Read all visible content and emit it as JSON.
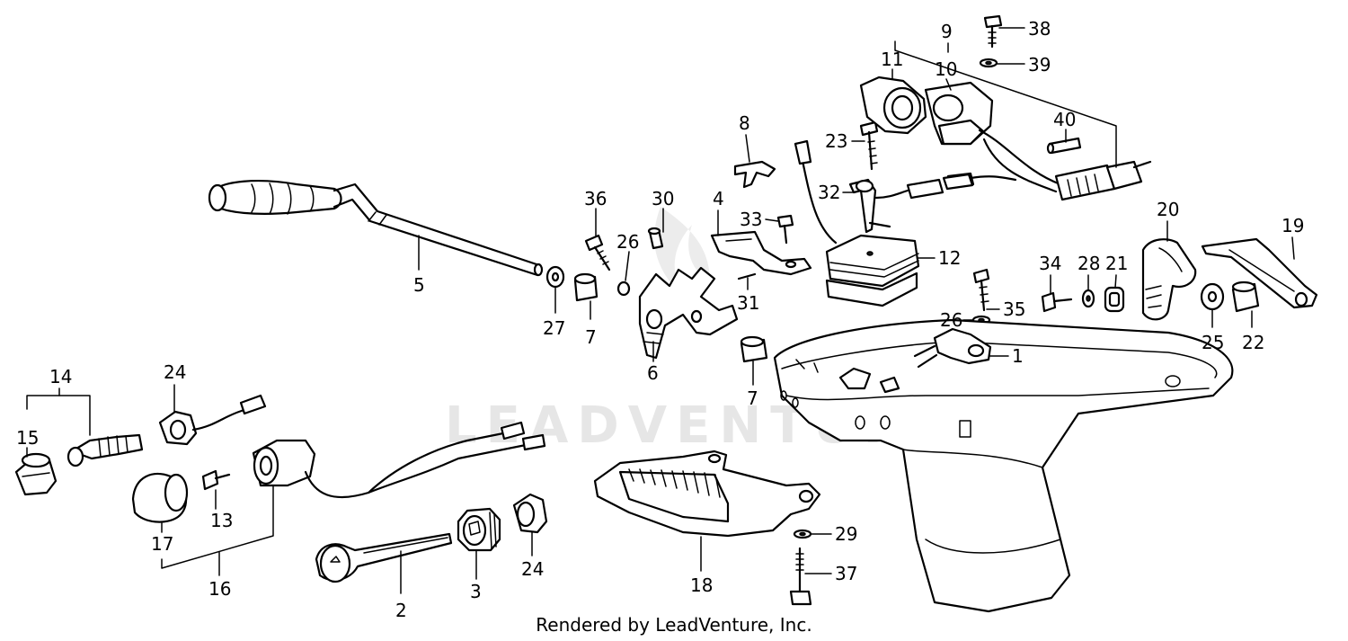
{
  "watermark": "LEADVENTURE",
  "footer": "Rendered by LeadVenture, Inc.",
  "callouts": {
    "c1": "1",
    "c2": "2",
    "c3": "3",
    "c4": "4",
    "c5": "5",
    "c6": "6",
    "c7a": "7",
    "c7b": "7",
    "c8": "8",
    "c9": "9",
    "c10": "10",
    "c11": "11",
    "c12": "12",
    "c13": "13",
    "c14": "14",
    "c15": "15",
    "c16": "16",
    "c17": "17",
    "c18": "18",
    "c19": "19",
    "c20": "20",
    "c21": "21",
    "c22": "22",
    "c23": "23",
    "c24a": "24",
    "c24b": "24",
    "c25": "25",
    "c26a": "26",
    "c26b": "26",
    "c27": "27",
    "c28": "28",
    "c29": "29",
    "c30": "30",
    "c31": "31",
    "c32": "32",
    "c33": "33",
    "c34": "34",
    "c35": "35",
    "c36": "36",
    "c37": "37",
    "c38": "38",
    "c39": "39",
    "c40": "40"
  }
}
